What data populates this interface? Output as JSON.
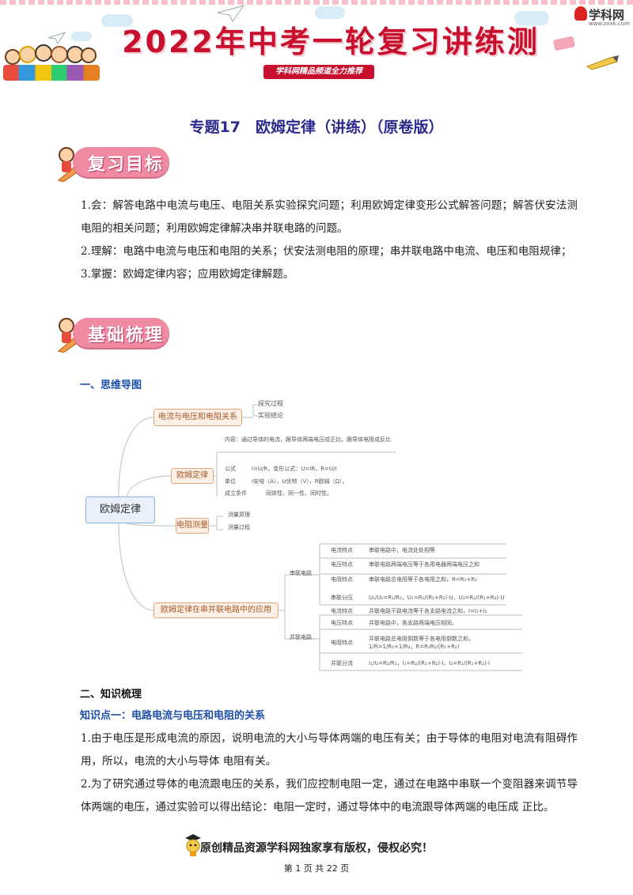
{
  "banner": {
    "title": "2022年中考一轮复习讲练测",
    "subtitle": "学科网精品频道全力推荐",
    "logo_text": "学科网",
    "logo_url": "www.zxxk.com"
  },
  "doc_title": "专题17　欧姆定律（讲练）（原卷版）",
  "sections": {
    "review_goals": "复习目标",
    "basics": "基础梳理"
  },
  "goals": [
    "1.会：解答电路中电流与电压、电阻关系实验探究问题；利用欧姆定律变形公式解答问题；解答伏安法测电阻的相关问题；利用欧姆定律解决串并联电路的问题。",
    "2.理解：电路中电流与电压和电阻的关系；伏安法测电阻的原理；串并联电路中电流、电压和电阻规律；",
    "3.掌握：欧姆定律内容；应用欧姆定律解题。"
  ],
  "mind_map_heading": "一、思维导图",
  "mind_map": {
    "root": "欧姆定律",
    "branches": [
      {
        "label": "电流与电压和电阻关系",
        "children": [
          "探究过程",
          "实验结论"
        ]
      },
      {
        "label": "欧姆定律",
        "content": "内容：通过导体的电流，跟导体两端电压成正比，跟导体电阻成反比",
        "rows": [
          {
            "k": "公式",
            "v": "I=U/R，变形公式：U=IR，R=U/I"
          },
          {
            "k": "单位",
            "v": "I安培（A），U伏特（V），R欧姆（Ω）。"
          },
          {
            "k": "成立条件",
            "v": "同体性、同一性、同时性。"
          }
        ]
      },
      {
        "label": "电阻测量",
        "children": [
          "测量原理",
          "测量过程"
        ]
      },
      {
        "label": "欧姆定律在串并联电路中的应用",
        "series": {
          "label": "串联电路",
          "rows": [
            {
              "k": "电流特点",
              "v": "串联电路中，电流处处相等"
            },
            {
              "k": "电压特点",
              "v": "串联电路两端电压等于各用电器两端电压之和"
            },
            {
              "k": "电阻特点",
              "v": "串联电路总电阻等于各电阻之和，R=R₁+R₂"
            },
            {
              "k": "串联分压",
              "v": "U₁/U₂=R₁/R₂，U₁=R₁/(R₁+R₂)·U，U₂=R₂/(R₁+R₂)·U"
            }
          ]
        },
        "parallel": {
          "label": "并联电路",
          "rows": [
            {
              "k": "电流特点",
              "v": "并联电路干路电流等于各支路电流之和，I=I₁+I₂"
            },
            {
              "k": "电压特点",
              "v": "并联电路中，各支路两端电压相同。"
            },
            {
              "k": "电阻特点",
              "v": "并联电路总电阻倒数等于各电阻倒数之和，1/R=1/R₁+1/R₂，R=R₁R₂/(R₁+R₂)"
            },
            {
              "k": "并联分流",
              "v": "I₁/I₂=R₂/R₁，I₁=R₂/(R₁+R₂)·I，I₂=R₁/(R₁+R₂)·I"
            }
          ]
        }
      }
    ]
  },
  "knowledge_heading": "二、知识梳理",
  "knowledge_point_1": "知识点一：电路电流与电压和电阻的关系",
  "knowledge_paras": [
    "1.由于电压是形成电流的原因，说明电流的大小与导体两端的电压有关；由于导体的电阻对电流有阻碍作用，所以，电流的大小与导体 电阻有关。",
    "2.为了研究通过导体的电流跟电压的关系，我们应控制电阻一定，通过在电路中串联一个变阻器来调节导体两端的电压，通过实验可以得出结论：电阻一定时，通过导体中的电流跟导体两端的电压成 正比。"
  ],
  "footer": {
    "copyright": "原创精品资源学科网独家享有版权，侵权必究！",
    "page": "第 1 页 共 22 页"
  }
}
